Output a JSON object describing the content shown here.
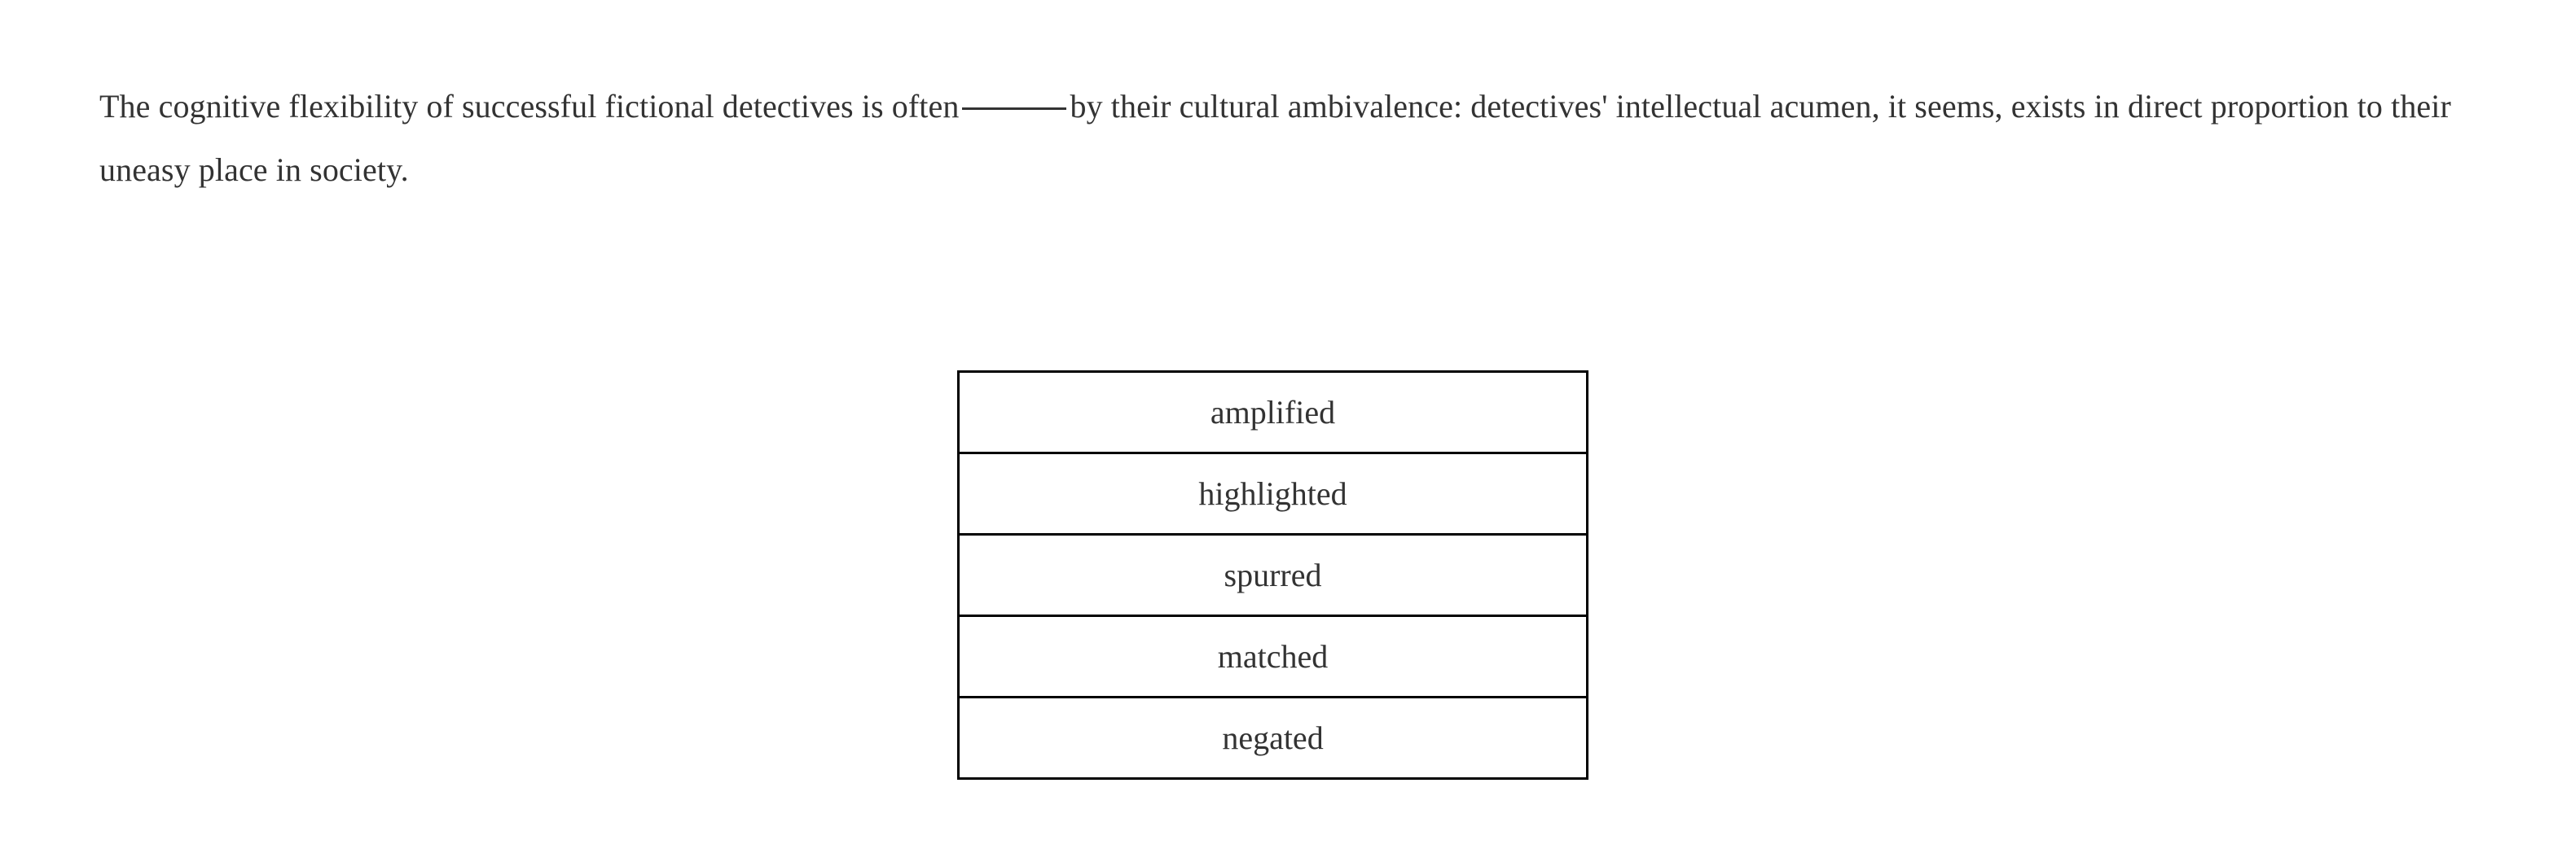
{
  "question": {
    "stem_before_blank": "The cognitive flexibility of successful fictional detectives is often",
    "blank_marker": "_____",
    "stem_after_blank": "by their cultural ambivalence: detectives' intellectual acumen, it seems, exists in direct proportion to their uneasy place in society.",
    "full_text": "The cognitive flexibility of successful fictional detectives is often _____ by their cultural ambivalence: detectives' intellectual acumen, it seems, exists in direct proportion to their uneasy place in society."
  },
  "choices": [
    {
      "label": "amplified"
    },
    {
      "label": "highlighted"
    },
    {
      "label": "spurred"
    },
    {
      "label": "matched"
    },
    {
      "label": "negated"
    }
  ],
  "colors": {
    "text": "#333333",
    "border": "#000000",
    "background": "#ffffff"
  }
}
